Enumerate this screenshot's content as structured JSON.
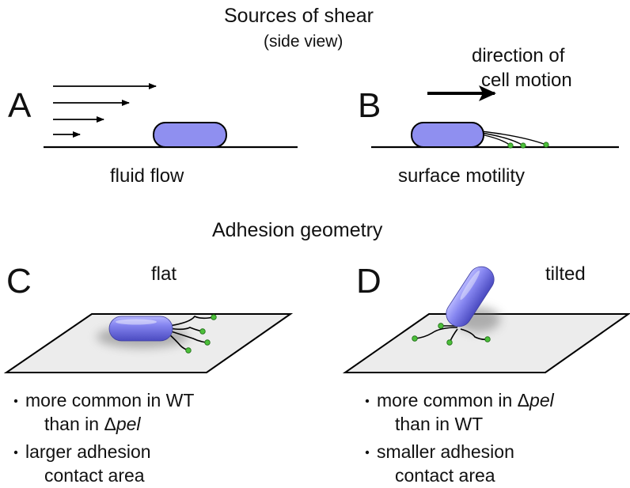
{
  "top": {
    "title": "Sources of shear",
    "subtitle": "(side view)"
  },
  "panel_a": {
    "letter": "A",
    "caption": "fluid flow"
  },
  "panel_b": {
    "letter": "B",
    "caption": "surface motility",
    "motion_label_line1": "direction of",
    "motion_label_line2": "cell motion"
  },
  "middle": {
    "title": "Adhesion geometry"
  },
  "panel_c": {
    "letter": "C",
    "label": "flat",
    "bullets": [
      {
        "line1": "more common in WT",
        "line2_pre": "than in Δ",
        "line2_ital": "pel",
        "line2_post": ""
      },
      {
        "line1": "larger adhesion",
        "line2_pre": "contact area",
        "line2_ital": "",
        "line2_post": ""
      }
    ]
  },
  "panel_d": {
    "letter": "D",
    "label": "tilted",
    "bullets": [
      {
        "line1_pre": "more common in Δ",
        "line1_ital": "pel",
        "line2": "than in WT"
      },
      {
        "line1": "smaller adhesion",
        "line2": "contact area"
      }
    ]
  },
  "colors": {
    "cell": "#8f8ff0",
    "cell_dark": "#5a5ad0",
    "plane": "#ececec",
    "pilus_tip": "#4cbf3a",
    "line": "#000000"
  }
}
